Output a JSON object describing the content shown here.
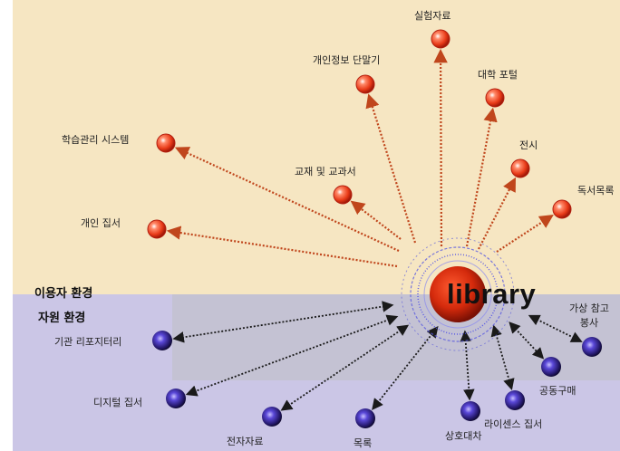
{
  "center": {
    "label": "library"
  },
  "zones": {
    "user": "이용자 환경",
    "resource": "자원 환경"
  },
  "colors": {
    "user_node": "#e83a18",
    "resource_node": "#3a2e9c",
    "user_arrow": "#c0461c",
    "resource_arrow": "#1a1a1a"
  },
  "user_nodes": [
    {
      "id": "lab-materials",
      "label": "실험자료"
    },
    {
      "id": "personal-terminal",
      "label": "개인정보 단말기"
    },
    {
      "id": "university-portal",
      "label": "대학 포털"
    },
    {
      "id": "lms",
      "label": "학습관리 시스템"
    },
    {
      "id": "exhibition",
      "label": "전시"
    },
    {
      "id": "textbooks",
      "label": "교재 및 교과서"
    },
    {
      "id": "reading-list",
      "label": "독서목록"
    },
    {
      "id": "personal-collection",
      "label": "개인 집서"
    }
  ],
  "resource_nodes": [
    {
      "id": "virtual-reference",
      "label": "가상 참고봉사"
    },
    {
      "id": "institutional-repository",
      "label": "기관 리포지터리"
    },
    {
      "id": "joint-purchase",
      "label": "공동구매"
    },
    {
      "id": "digital-collection",
      "label": "디지털 집서"
    },
    {
      "id": "license-collection",
      "label": "라이센스 집서"
    },
    {
      "id": "e-resources",
      "label": "전자자료"
    },
    {
      "id": "catalog",
      "label": "목록"
    },
    {
      "id": "interlibrary-loan",
      "label": "상호대차"
    }
  ]
}
